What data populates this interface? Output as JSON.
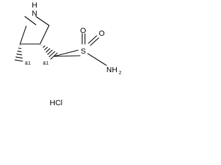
{
  "molecule": {
    "atoms": {
      "ring_nitrogen": "N",
      "ring_nitrogen_h": "H",
      "sulfur": "S",
      "oxygen_1": "O",
      "oxygen_2": "O",
      "amide_nitrogen": "NH",
      "amide_subscript": "2"
    },
    "stereo_labels": {
      "c4": "&1",
      "c3": "&1"
    },
    "salt": "HCl"
  },
  "colors": {
    "ink": "#000000",
    "background": "#ffffff"
  }
}
